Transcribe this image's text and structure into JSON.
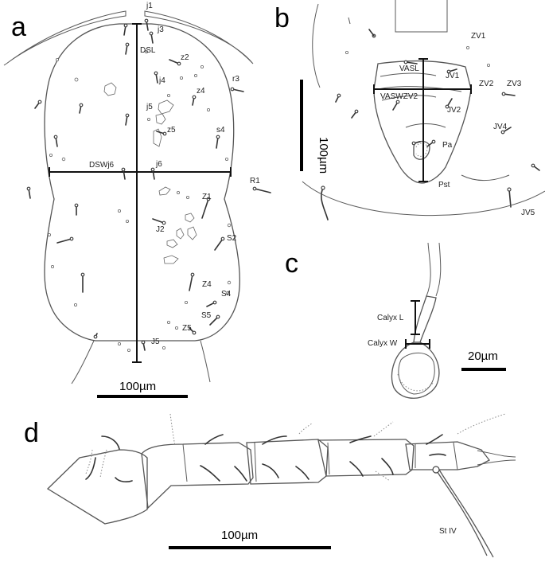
{
  "panels": {
    "a": {
      "letter": "a",
      "labels": [
        "j1",
        "j3",
        "DSL",
        "z2",
        "r3",
        "j4",
        "z4",
        "j5",
        "z5",
        "s4",
        "DSWj6",
        "j6",
        "R1",
        "Z1",
        "J2",
        "S2",
        "Z4",
        "S4",
        "S5",
        "Z5",
        "J5"
      ],
      "scale_label": "100µm"
    },
    "b": {
      "letter": "b",
      "labels": [
        "ZV1",
        "VASL",
        "JV1",
        "ZV2",
        "ZV3",
        "VASWZV2",
        "JV2",
        "JV4",
        "Pa",
        "Pst",
        "JV5"
      ],
      "scale_label": "100µm"
    },
    "c": {
      "letter": "c",
      "labels": [
        "Calyx L",
        "Calyx W"
      ],
      "scale_label": "20µm"
    },
    "d": {
      "letter": "d",
      "labels": [
        "St IV"
      ],
      "scale_label": "100µm"
    }
  }
}
